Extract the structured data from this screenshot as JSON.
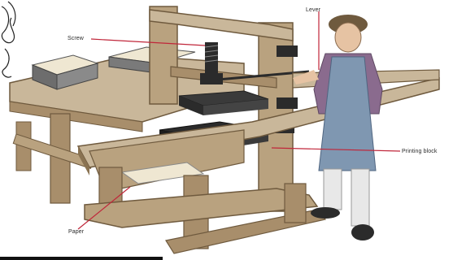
{
  "labels": {
    "screw": "Screw",
    "lever": "Lever",
    "printing_block": "Printing block",
    "paper": "Paper"
  },
  "colors": {
    "wood_light": "#c9b79a",
    "wood_mid": "#a88e6b",
    "wood_dark": "#6f5a3e",
    "metal_dark": "#2b2b2b",
    "paper": "#efe7d2",
    "leader_line": "#c0263a",
    "apron": "#7f97b1",
    "shirt": "#8a6b8e",
    "stockings": "#e8e8e8"
  },
  "icons": {
    "top_left_decoration": "swirl-ornament"
  }
}
